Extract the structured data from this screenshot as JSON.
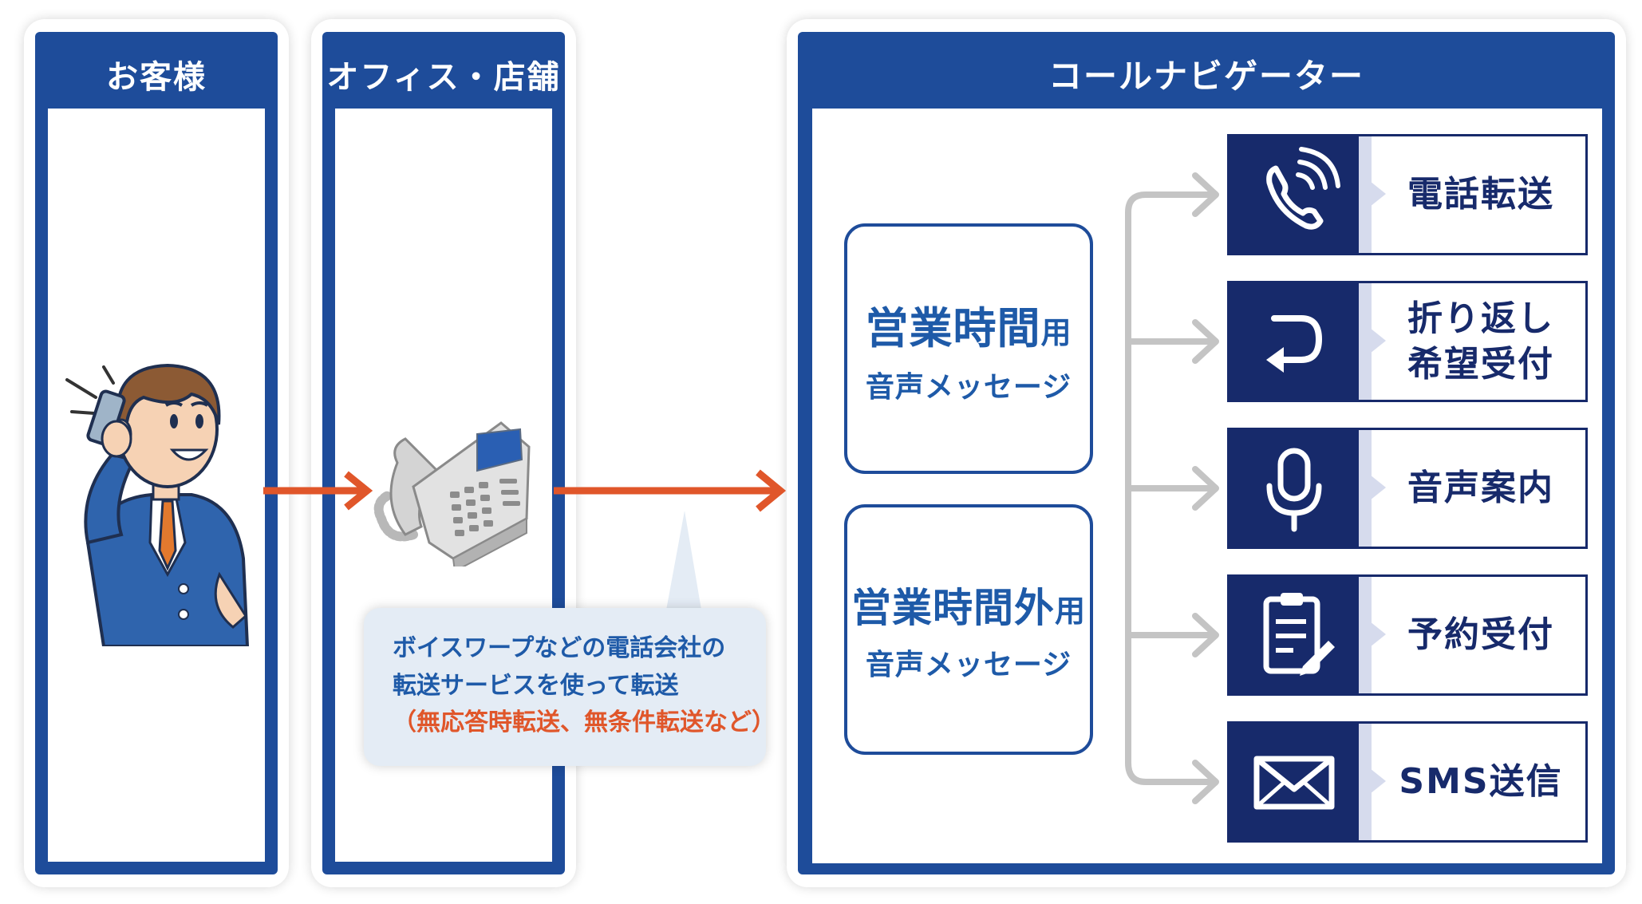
{
  "columns": {
    "customer": "お客様",
    "office": "オフィス・店舗",
    "navigator": "コールナビゲーター"
  },
  "messages": {
    "business_hours": {
      "main": "営業時間",
      "suffix": "用",
      "sub": "音声メッセージ"
    },
    "after_hours": {
      "main": "営業時間外",
      "suffix": "用",
      "sub": "音声メッセージ"
    }
  },
  "callout": {
    "line1": "ボイスワープなどの電話会社の",
    "line2": "転送サービスを使って転送",
    "line3": "（無応答時転送、無条件転送など）"
  },
  "options": [
    {
      "label": "電話転送",
      "icon": "phone-ringing-icon"
    },
    {
      "label": "折り返し\n希望受付",
      "icon": "callback-arrow-icon"
    },
    {
      "label": "音声案内",
      "icon": "microphone-icon"
    },
    {
      "label": "予約受付",
      "icon": "clipboard-icon"
    },
    {
      "label": "SMS送信",
      "icon": "envelope-icon"
    }
  ],
  "colors": {
    "panel_blue": "#1e4c9a",
    "navy": "#172a6b",
    "text_blue": "#1e5aa8",
    "arrow_orange": "#e0562a",
    "connector_gray": "#c4c4c4"
  }
}
